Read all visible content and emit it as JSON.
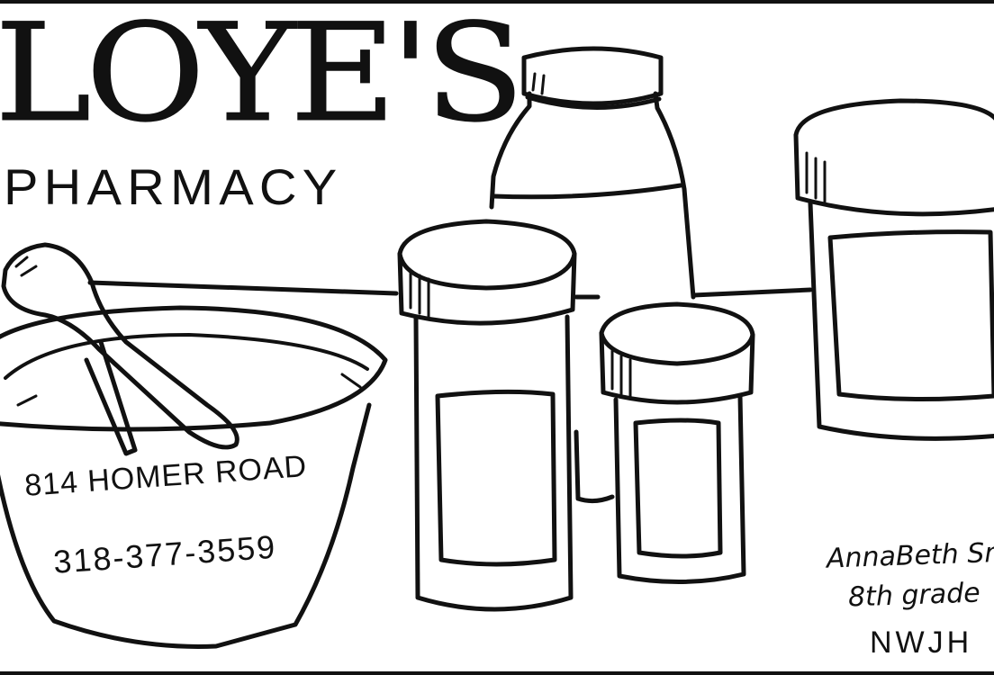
{
  "illustration": {
    "brand_title": "LOYE'S",
    "brand_subtitle": "PHARMACY",
    "address": "814 HOMER ROAD",
    "phone": "318-377-3559",
    "signature": {
      "name": "AnnaBeth Sm",
      "grade": "8th grade",
      "school": "NWJH"
    },
    "colors": {
      "ink": "#111111",
      "paper": "#ffffff"
    }
  }
}
